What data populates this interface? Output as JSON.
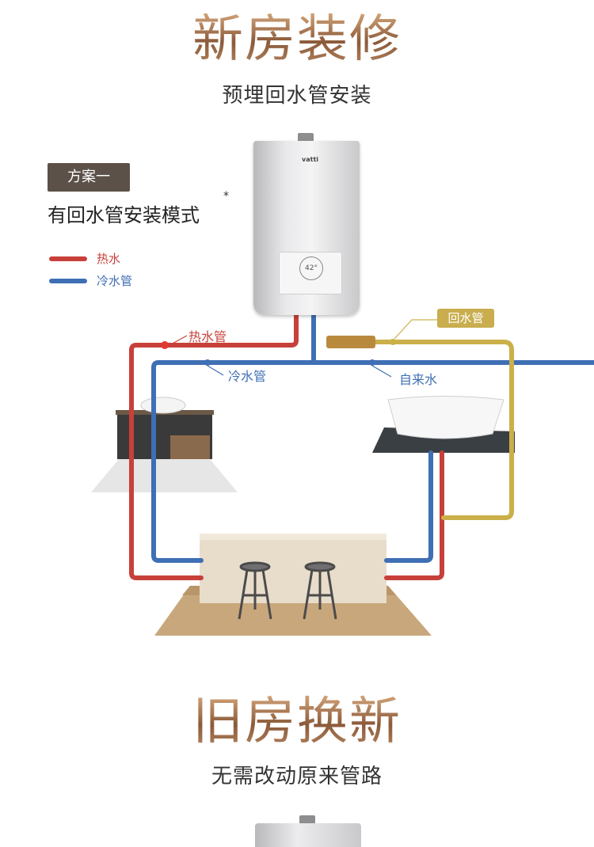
{
  "section1": {
    "title": "新房装修",
    "subtitle": "预埋回水管安装"
  },
  "plan": {
    "badge": "方案一",
    "description": "有回水管安装模式",
    "footnote": "*"
  },
  "legend": [
    {
      "label": "热水",
      "color": "#c8403a"
    },
    {
      "label": "冷水管",
      "color": "#3f6fb4"
    }
  ],
  "pipes": {
    "hot_label": "热水管",
    "cold_label": "冷水管",
    "tap_label": "自来水",
    "return_label": "回水管"
  },
  "heater": {
    "brand": "vatti",
    "display": "42°"
  },
  "section2": {
    "title": "旧房换新",
    "subtitle": "无需改动原来管路"
  },
  "colors": {
    "hot": "#c8403a",
    "cold": "#3f6fb4",
    "return": "#cbb04a",
    "title_gold": "#a06e48"
  }
}
